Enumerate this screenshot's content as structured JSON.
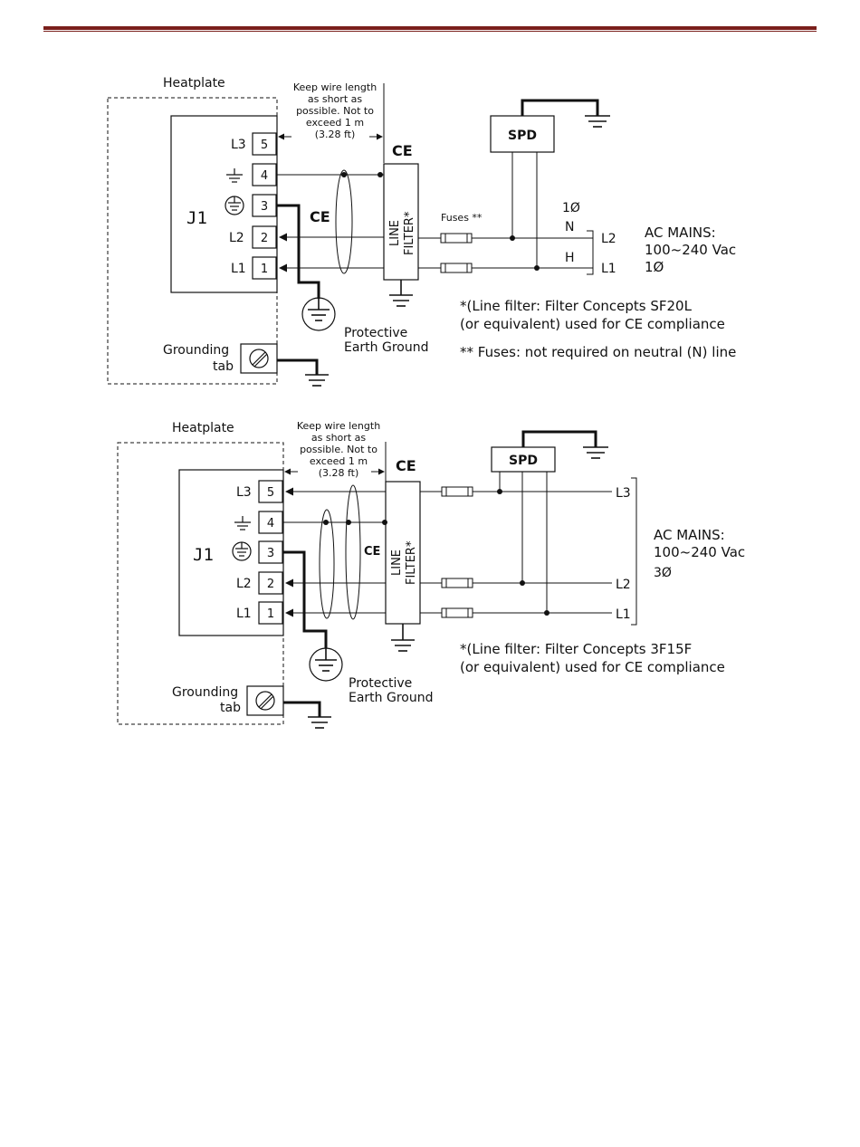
{
  "single_phase": {
    "heatplate_label": "Heatplate",
    "wire_note": [
      "Keep wire length",
      "as short as",
      "possible. Not to",
      "exceed 1 m",
      "(3.28 ft)"
    ],
    "terminals": [
      {
        "pin": "5",
        "label": "L3"
      },
      {
        "pin": "4",
        "label": ""
      },
      {
        "pin": "3",
        "label": ""
      },
      {
        "pin": "2",
        "label": "L2"
      },
      {
        "pin": "1",
        "label": "L1"
      }
    ],
    "connector_label": "J1",
    "ce_mark": "CE",
    "filter_label": [
      "LINE",
      "FILTER*"
    ],
    "fuses_label": "Fuses **",
    "spd_label": "SPD",
    "phase_label": "1Ø",
    "neutral_label": "N",
    "hot_label": "H",
    "mains_lines": [
      "L2",
      "L1"
    ],
    "mains_title": [
      "AC MAINS:",
      "100~240 Vac",
      "1Ø"
    ],
    "earth_label": [
      "Protective",
      "Earth Ground"
    ],
    "grounding_tab_label": [
      "Grounding",
      "tab"
    ],
    "notes": [
      "*(Line filter: Filter Concepts SF20L",
      "(or equivalent) used for CE compliance",
      "** Fuses: not required on neutral (N) line"
    ]
  },
  "three_phase": {
    "heatplate_label": "Heatplate",
    "wire_note": [
      "Keep wire length",
      "as short as",
      "possible. Not to",
      "exceed 1 m",
      "(3.28 ft)"
    ],
    "terminals": [
      {
        "pin": "5",
        "label": "L3"
      },
      {
        "pin": "4",
        "label": ""
      },
      {
        "pin": "3",
        "label": ""
      },
      {
        "pin": "2",
        "label": "L2"
      },
      {
        "pin": "1",
        "label": "L1"
      }
    ],
    "connector_label": "J1",
    "ce_mark": "CE",
    "filter_label": [
      "LINE",
      "FILTER*"
    ],
    "spd_label": "SPD",
    "mains_lines": [
      "L3",
      "L2",
      "L1"
    ],
    "mains_title": [
      "AC MAINS:",
      "100~240 Vac",
      "3Ø"
    ],
    "earth_label": [
      "Protective",
      "Earth Ground"
    ],
    "grounding_tab_label": [
      "Grounding",
      "tab"
    ],
    "notes": [
      "*(Line filter: Filter Concepts 3F15F",
      "(or equivalent) used for CE compliance"
    ]
  },
  "colors": {
    "header_rule": "#7a1f1b",
    "ink": "#111111"
  }
}
